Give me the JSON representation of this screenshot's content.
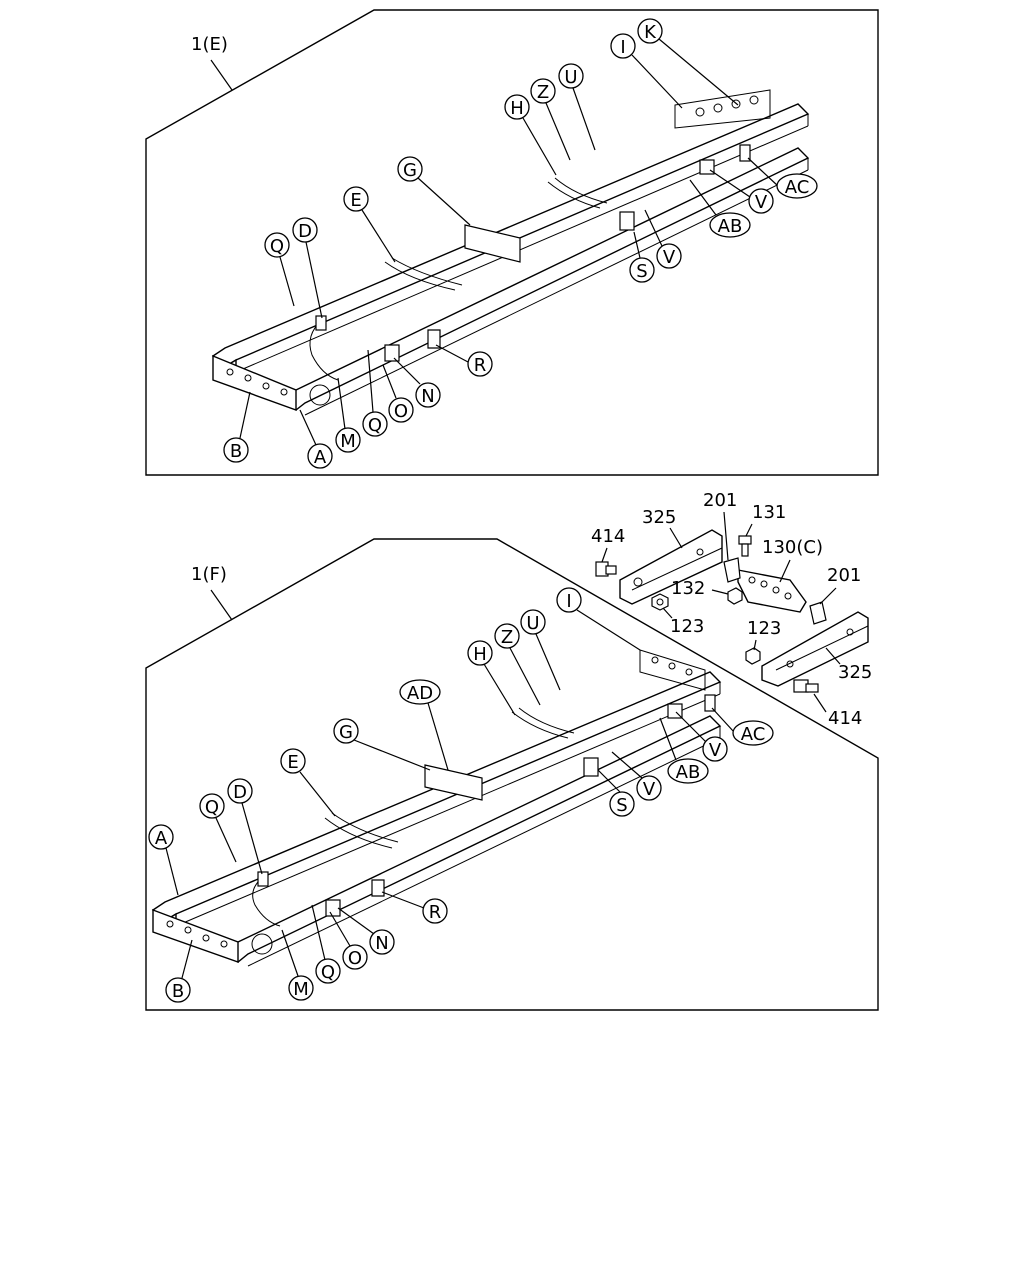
{
  "panel_e": {
    "title": "1(E)",
    "callouts": [
      "K",
      "I",
      "U",
      "Z",
      "H",
      "G",
      "E",
      "D",
      "Q",
      "AC",
      "V",
      "AB",
      "V",
      "S",
      "R",
      "N",
      "O",
      "Q",
      "M",
      "A",
      "B"
    ]
  },
  "panel_f": {
    "title": "1(F)",
    "callouts": [
      "I",
      "U",
      "Z",
      "H",
      "AD",
      "G",
      "E",
      "D",
      "Q",
      "A",
      "AC",
      "V",
      "AB",
      "V",
      "S",
      "R",
      "N",
      "O",
      "Q",
      "M",
      "B"
    ],
    "parts": [
      "414",
      "325",
      "201",
      "131",
      "130(C)",
      "132",
      "123",
      "201",
      "123",
      "325",
      "414"
    ]
  }
}
